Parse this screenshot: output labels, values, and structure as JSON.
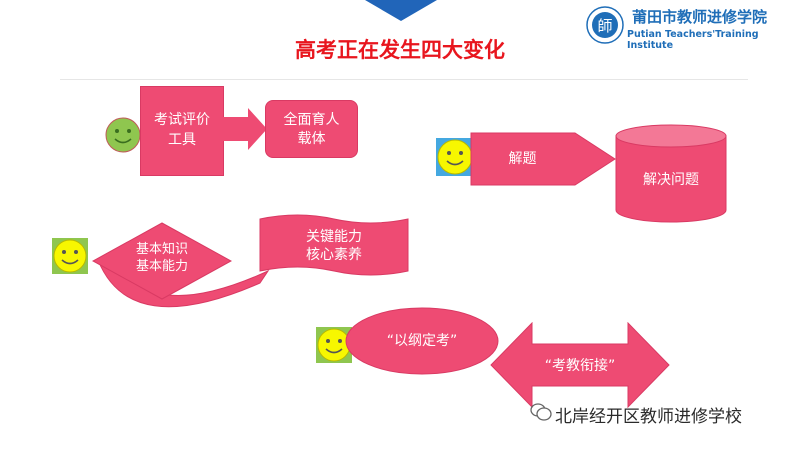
{
  "header": {
    "title": "高考正在发生四大变化",
    "logo_cn": "莆田市教师进修学院",
    "logo_en": "Putian Teachers'Training Institute",
    "logo_seal_text": "師"
  },
  "diagram": {
    "row1": {
      "left": [
        "考试评价",
        "工具"
      ],
      "right": [
        "全面育人",
        "载体"
      ]
    },
    "row2": {
      "left": "解题",
      "right": "解决问题"
    },
    "row3": {
      "left": [
        "基本知识",
        "基本能力"
      ],
      "right": [
        "关键能力",
        "核心素养"
      ]
    },
    "row4": {
      "left": "“以纲定考”",
      "right": "“考教衔接”"
    }
  },
  "footer": {
    "text": "北岸经开区教师进修学校"
  },
  "colors": {
    "accent": "#ee4b73",
    "title": "#e8161e",
    "brand": "#1f6eb8",
    "smiley": "#f7f700"
  },
  "icons": [
    "smiley-icon",
    "wechat-icon",
    "logo-seal-icon"
  ]
}
